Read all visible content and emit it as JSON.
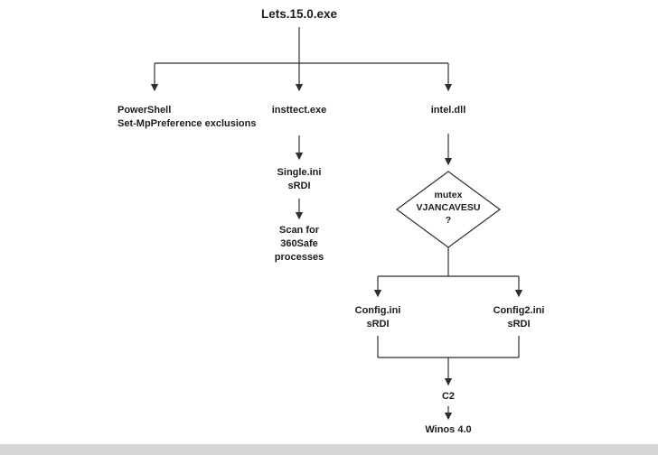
{
  "title": "Lets.15.0.exe",
  "nodes": {
    "powershell": {
      "line1": "PowerShell",
      "line2": "Set-MpPreference exclusions"
    },
    "insttect": {
      "label": "insttect.exe"
    },
    "intel": {
      "label": "intel.dll"
    },
    "single_ini": {
      "line1": "Single.ini",
      "line2": "sRDI"
    },
    "scan_360safe": {
      "line1": "Scan for",
      "line2": "360Safe",
      "line3": "processes"
    },
    "mutex_check": {
      "line1": "mutex",
      "line2": "VJANCAVESU",
      "line3": "?"
    },
    "config_ini": {
      "line1": "Config.ini",
      "line2": "sRDI"
    },
    "config2_ini": {
      "line1": "Config2.ini",
      "line2": "sRDI"
    },
    "c2": {
      "label": "C2"
    },
    "winos": {
      "label": "Winos 4.0"
    }
  },
  "colors": {
    "line": "#2f2f2f",
    "text": "#1c1c1c",
    "background": "#ffffff",
    "footer": "#d6d6d6"
  }
}
